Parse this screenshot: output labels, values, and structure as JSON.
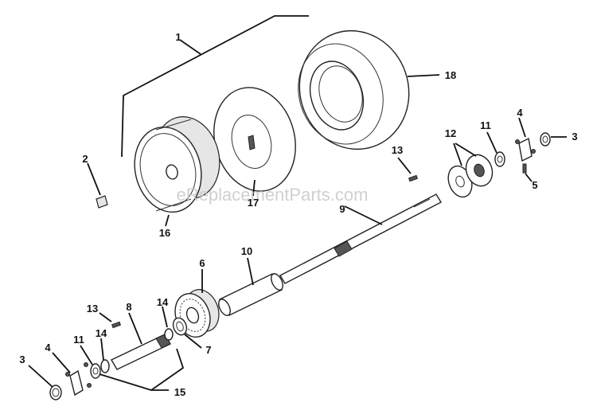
{
  "watermark": "eReplacementParts.com",
  "callouts": {
    "c1": "1",
    "c2": "2",
    "c3a": "3",
    "c3b": "3",
    "c4a": "4",
    "c4b": "4",
    "c5": "5",
    "c6": "6",
    "c7": "7",
    "c8": "8",
    "c9": "9",
    "c10": "10",
    "c11a": "11",
    "c11b": "11",
    "c12": "12",
    "c13a": "13",
    "c13b": "13",
    "c14a": "14",
    "c14b": "14",
    "c15": "15",
    "c16": "16",
    "c17": "17",
    "c18": "18"
  }
}
